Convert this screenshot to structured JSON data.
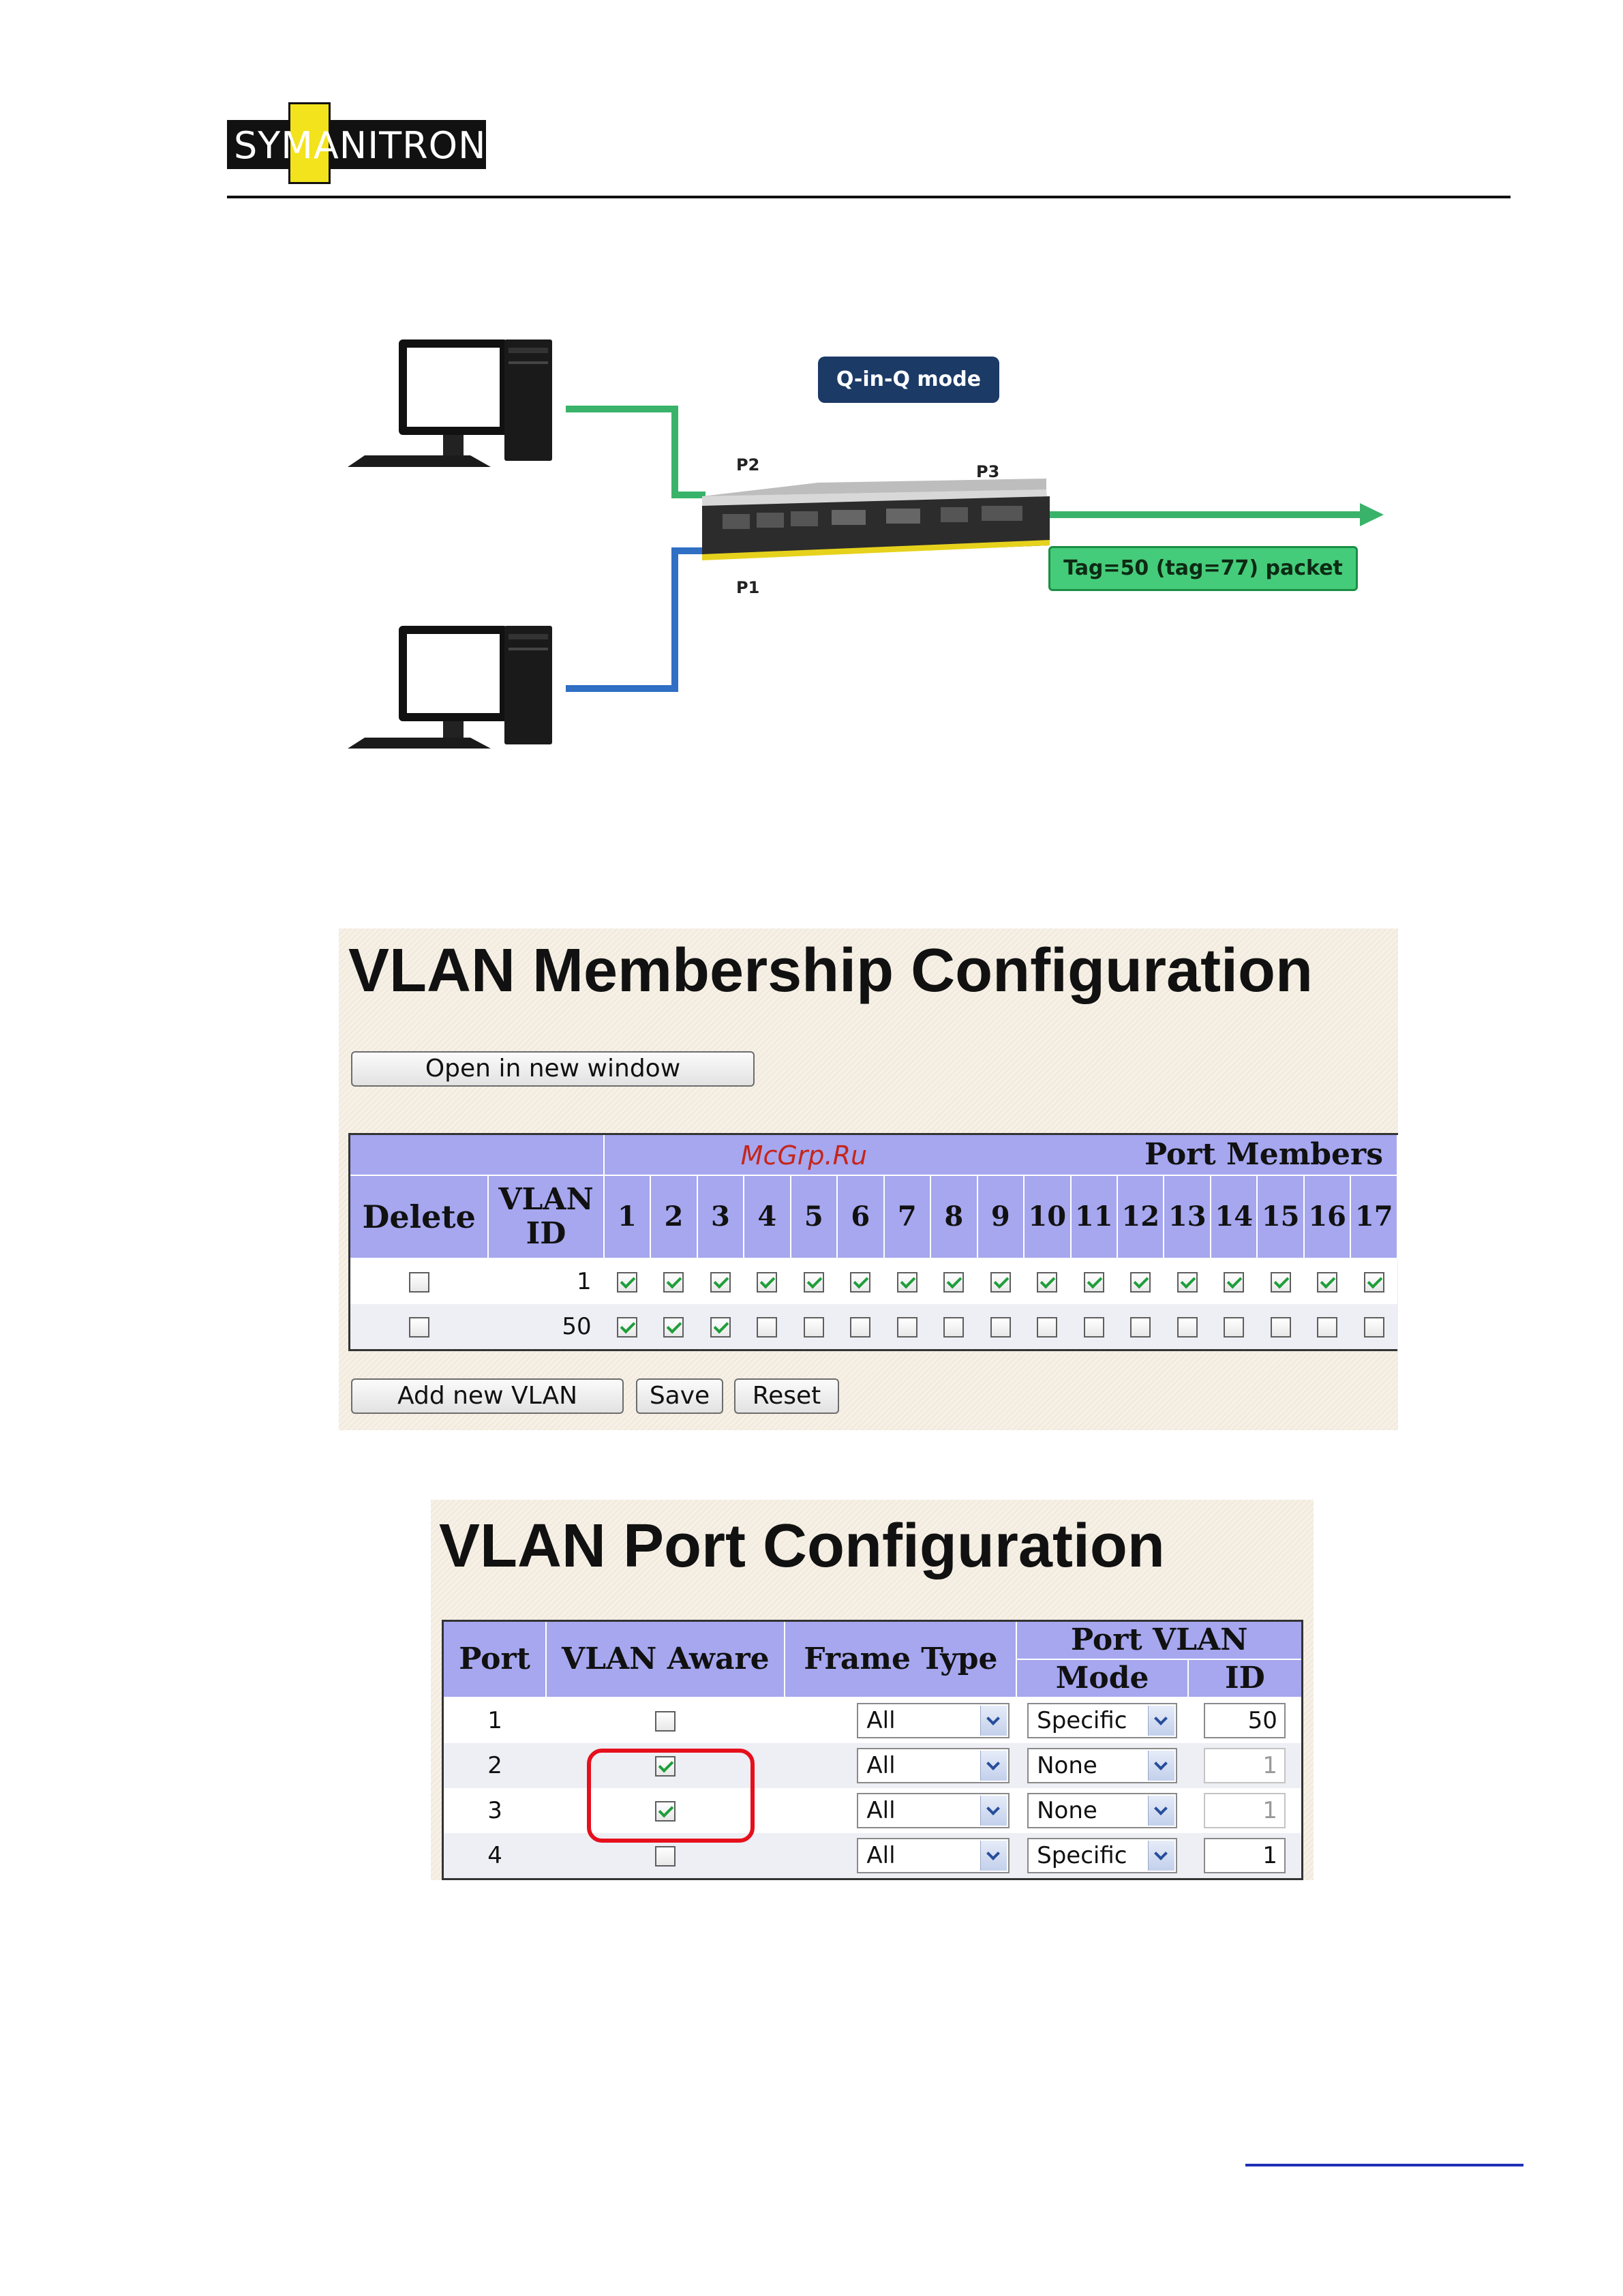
{
  "header": {
    "logo_text": "SYMANITRON"
  },
  "diagram": {
    "mode_label": "Q-in-Q mode",
    "tag_label": "Tag=50 (tag=77) packet",
    "port_labels": [
      "P2",
      "P3",
      "P1"
    ],
    "colors": {
      "green_link": "#3ab36a",
      "blue_link": "#2f6fc4"
    }
  },
  "membership": {
    "title": "VLAN Membership Configuration",
    "open_button": "Open in new window",
    "watermark": "McGrp.Ru",
    "port_members_header": "Port Members",
    "delete_header": "Delete",
    "vlan_id_header": "VLAN ID",
    "ports": [
      "1",
      "2",
      "3",
      "4",
      "5",
      "6",
      "7",
      "8",
      "9",
      "10",
      "11",
      "12",
      "13",
      "14",
      "15",
      "16",
      "17"
    ],
    "rows": [
      {
        "vlan_id": "1",
        "delete": false,
        "members": [
          true,
          true,
          true,
          true,
          true,
          true,
          true,
          true,
          true,
          true,
          true,
          true,
          true,
          true,
          true,
          true,
          true
        ]
      },
      {
        "vlan_id": "50",
        "delete": false,
        "members": [
          true,
          true,
          true,
          false,
          false,
          false,
          false,
          false,
          false,
          false,
          false,
          false,
          false,
          false,
          false,
          false,
          false
        ]
      }
    ],
    "buttons": {
      "add": "Add new VLAN",
      "save": "Save",
      "reset": "Reset"
    }
  },
  "port_config": {
    "title": "VLAN Port Configuration",
    "headers": {
      "port": "Port",
      "vlan_aware": "VLAN Aware",
      "frame_type": "Frame Type",
      "port_vlan": "Port VLAN",
      "mode": "Mode",
      "id": "ID"
    },
    "rows": [
      {
        "port": "1",
        "aware": false,
        "frame_type": "All",
        "mode": "Specific",
        "id": "50",
        "id_disabled": false
      },
      {
        "port": "2",
        "aware": true,
        "frame_type": "All",
        "mode": "None",
        "id": "1",
        "id_disabled": true
      },
      {
        "port": "3",
        "aware": true,
        "frame_type": "All",
        "mode": "None",
        "id": "1",
        "id_disabled": true
      },
      {
        "port": "4",
        "aware": false,
        "frame_type": "All",
        "mode": "Specific",
        "id": "1",
        "id_disabled": false
      }
    ]
  }
}
